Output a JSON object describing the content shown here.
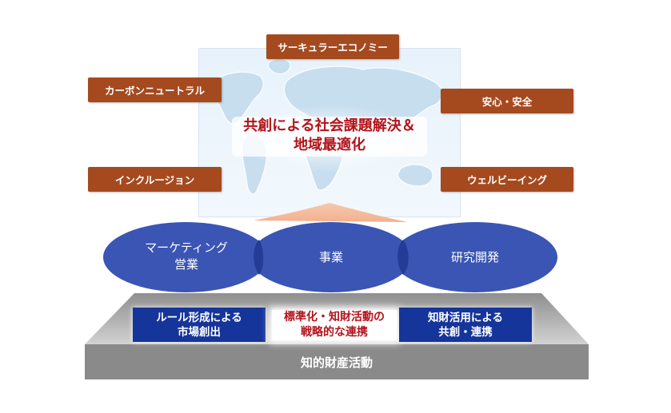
{
  "center": {
    "line1": "共創による社会課題解決＆",
    "line2": "地域最適化"
  },
  "tags": {
    "top": "サーキュラーエコノミー",
    "left_top": "カーボンニュートラル",
    "left_bottom": "インクルージョン",
    "right_top": "安心・安全",
    "right_bottom": "ウェルビーイング"
  },
  "ellipses": {
    "left": {
      "line1": "マーケティング",
      "line2": "営業"
    },
    "center": "事業",
    "right": "研究開発"
  },
  "base": {
    "left_box": {
      "line1": "ルール形成による",
      "line2": "市場創出"
    },
    "middle": {
      "line1": "標準化・知財活動の",
      "line2": "戦略的な連携"
    },
    "right_box": {
      "line1": "知財活用による",
      "line2": "共創・連携"
    },
    "label": "知的財産活動"
  },
  "colors": {
    "tag": "#a54a1f",
    "ellipse": "#3a55b4",
    "overlap": "#243c95",
    "bluebox": "#15359a",
    "red_text": "#b3131b",
    "base": "#8a8a8a",
    "base_top": "#bdbdbd"
  }
}
